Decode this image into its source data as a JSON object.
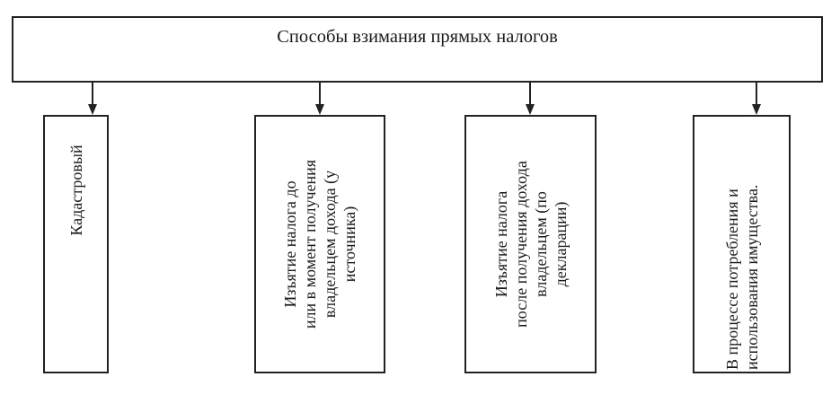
{
  "diagram": {
    "root": {
      "title": "Способы взимания прямых налогов"
    },
    "children": [
      {
        "lines": [
          "Кадастровый"
        ]
      },
      {
        "lines": [
          "Изъятие налога до",
          "или в момент получения",
          "владельцем дохода (у",
          "источника)"
        ]
      },
      {
        "lines": [
          "Изъятие налога",
          "после получения дохода",
          "владельцем (по",
          "декларации)"
        ]
      },
      {
        "lines": [
          "В процессе потребления и",
          "использования имущества."
        ]
      }
    ],
    "edges": [
      {
        "from": "root",
        "to": "child-1"
      },
      {
        "from": "root",
        "to": "child-2"
      },
      {
        "from": "root",
        "to": "child-3"
      },
      {
        "from": "root",
        "to": "child-4"
      }
    ]
  }
}
